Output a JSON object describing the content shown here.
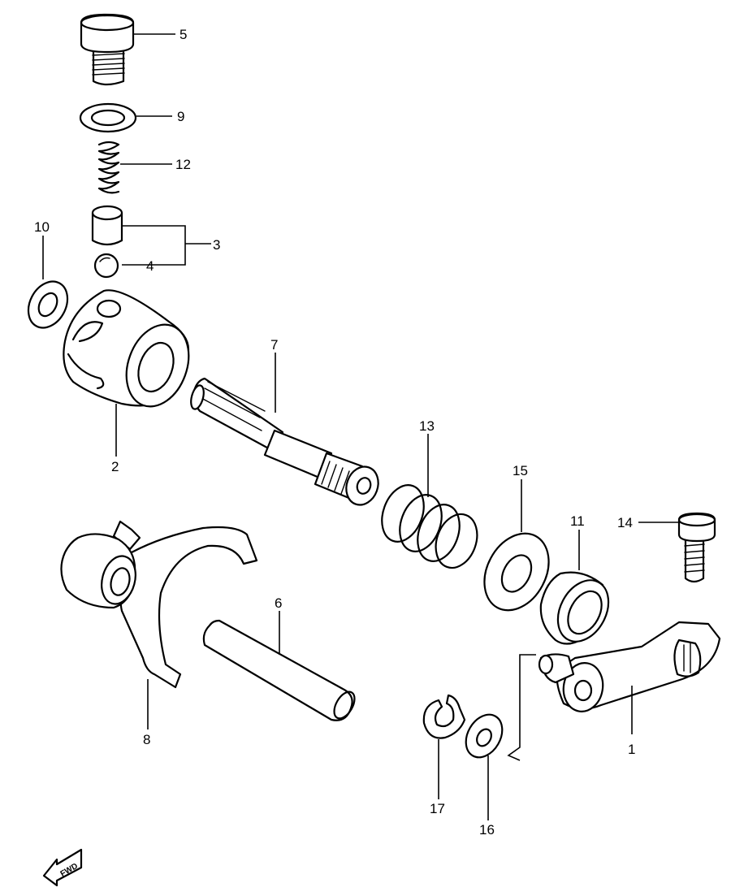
{
  "callouts": {
    "c1": "1",
    "c2": "2",
    "c3": "3",
    "c4": "4",
    "c5": "5",
    "c6": "6",
    "c7": "7",
    "c8": "8",
    "c9": "9",
    "c10": "10",
    "c11": "11",
    "c12": "12",
    "c13": "13",
    "c14": "14",
    "c15": "15",
    "c16": "16",
    "c17": "17"
  },
  "fwd_label": "FWD",
  "colors": {
    "line": "#000000",
    "background": "#ffffff"
  }
}
